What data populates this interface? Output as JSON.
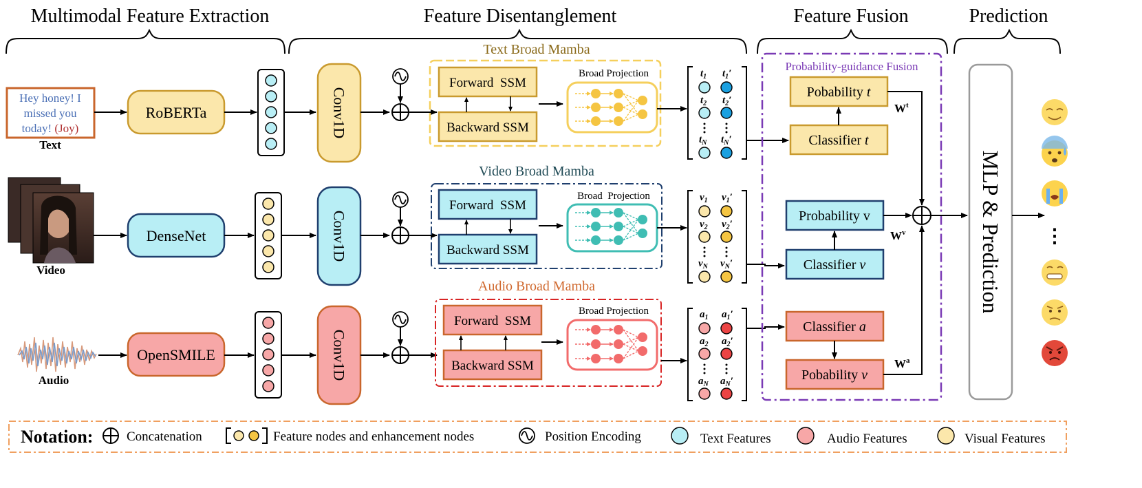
{
  "sections": {
    "extraction": "Multimodal Feature Extraction",
    "disentanglement": "Feature Disentanglement",
    "fusion": "Feature Fusion",
    "prediction": "Prediction"
  },
  "text_input": {
    "line1": "Hey honey! I",
    "line2": "missed you",
    "line3a": "today!",
    "line3b": "(Joy)",
    "label": "Text"
  },
  "video_input": {
    "label": "Video"
  },
  "audio_input": {
    "label": "Audio"
  },
  "encoders": {
    "text": "RoBERTa",
    "video": "DenseNet",
    "audio": "OpenSMILE"
  },
  "conv_label": "Conv1D",
  "mamba_titles": {
    "text": "Text Broad Mamba",
    "video": "Video Broad Mamba",
    "audio": "Audio Broad Mamba"
  },
  "ssm": {
    "forward": "Forward  SSM",
    "backward": "Backward SSM"
  },
  "broad_projection": {
    "text": "Broad Projection",
    "video": "Broad  Projection",
    "audio": "Broad Projection"
  },
  "features": {
    "text": {
      "base": "t",
      "subs": [
        "1",
        "2",
        "N"
      ]
    },
    "video": {
      "base": "v",
      "subs": [
        "1",
        "2",
        "N"
      ]
    },
    "audio": {
      "base": "a",
      "subs": [
        "1",
        "2",
        "N"
      ]
    },
    "prime": "′"
  },
  "fusion": {
    "title": "Probability-guidance Fusion",
    "pobability_t": "Pobability",
    "pobability_t_var": "t",
    "classifier_t": "Classifier",
    "classifier_t_var": "t",
    "probability_v": "Probability v",
    "classifier_v": "Classifier",
    "classifier_v_var": "v",
    "classifier_a": "Classifier",
    "classifier_a_var": "a",
    "pobability_a": "Pobability",
    "pobability_a_var": "v",
    "w_t": "W",
    "w_t_sup": "t",
    "w_v": "W",
    "w_v_sup": "v",
    "w_a": "W",
    "w_a_sup": "a"
  },
  "mlp_label": "MLP & Prediction",
  "emotion_ellipsis": "⋮",
  "notation": {
    "title": "Notation:",
    "concatenation": "Concatenation",
    "nodes": "Feature nodes and enhancement nodes",
    "position": "Position Encoding",
    "text_features": "Text Features",
    "audio_features": "Audio Features",
    "visual_features": "Visual Features"
  },
  "colors": {
    "text_fill": "#fbe7ab",
    "text_stroke": "#c99a2e",
    "video_fill": "#b8eef5",
    "video_stroke": "#1f3f6e",
    "audio_fill": "#f7a7a7",
    "audio_stroke": "#c9662c",
    "fusion_purple": "#7a3ab5",
    "text_title": "#8a6a1a",
    "video_title": "#1f4a55",
    "audio_title": "#d06a30",
    "notation_border": "#f0a060"
  }
}
